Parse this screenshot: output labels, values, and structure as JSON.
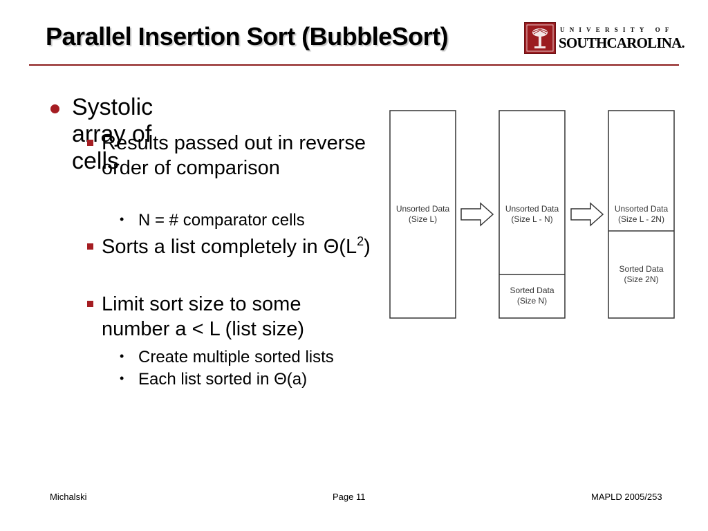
{
  "slide": {
    "title": "Parallel Insertion Sort (BubbleSort)",
    "logo": {
      "upper": "UNIVERSITY OF",
      "lower": "SOUTHCAROLINA."
    },
    "bullets": {
      "level1": "Systolic array of cells",
      "item1": "Results passed out in reverse order of comparison",
      "item1_sub": "N = # comparator cells",
      "item2_prefix": "Sorts a list completely in Θ(L",
      "item2_sup": "2",
      "item2_suffix": ")",
      "item3": "Limit sort size to some number a < L (list size)",
      "item3_sub1": "Create multiple sorted lists",
      "item3_sub2": "Each list sorted in Θ(a)"
    },
    "diagram": {
      "col1": {
        "unsorted_line1": "Unsorted Data",
        "unsorted_line2": "(Size L)"
      },
      "col2": {
        "unsorted_line1": "Unsorted Data",
        "unsorted_line2": "(Size L - N)",
        "sorted_line1": "Sorted Data",
        "sorted_line2": "(Size N)"
      },
      "col3": {
        "unsorted_line1": "Unsorted Data",
        "unsorted_line2": "(Size L - 2N)",
        "sorted_line1": "Sorted Data",
        "sorted_line2": "(Size 2N)"
      }
    },
    "footer": {
      "left": "Michalski",
      "center": "Page 11",
      "right": "MAPLD 2005/253"
    },
    "colors": {
      "accent": "#a51d22",
      "rule": "#8b1b1b"
    }
  }
}
